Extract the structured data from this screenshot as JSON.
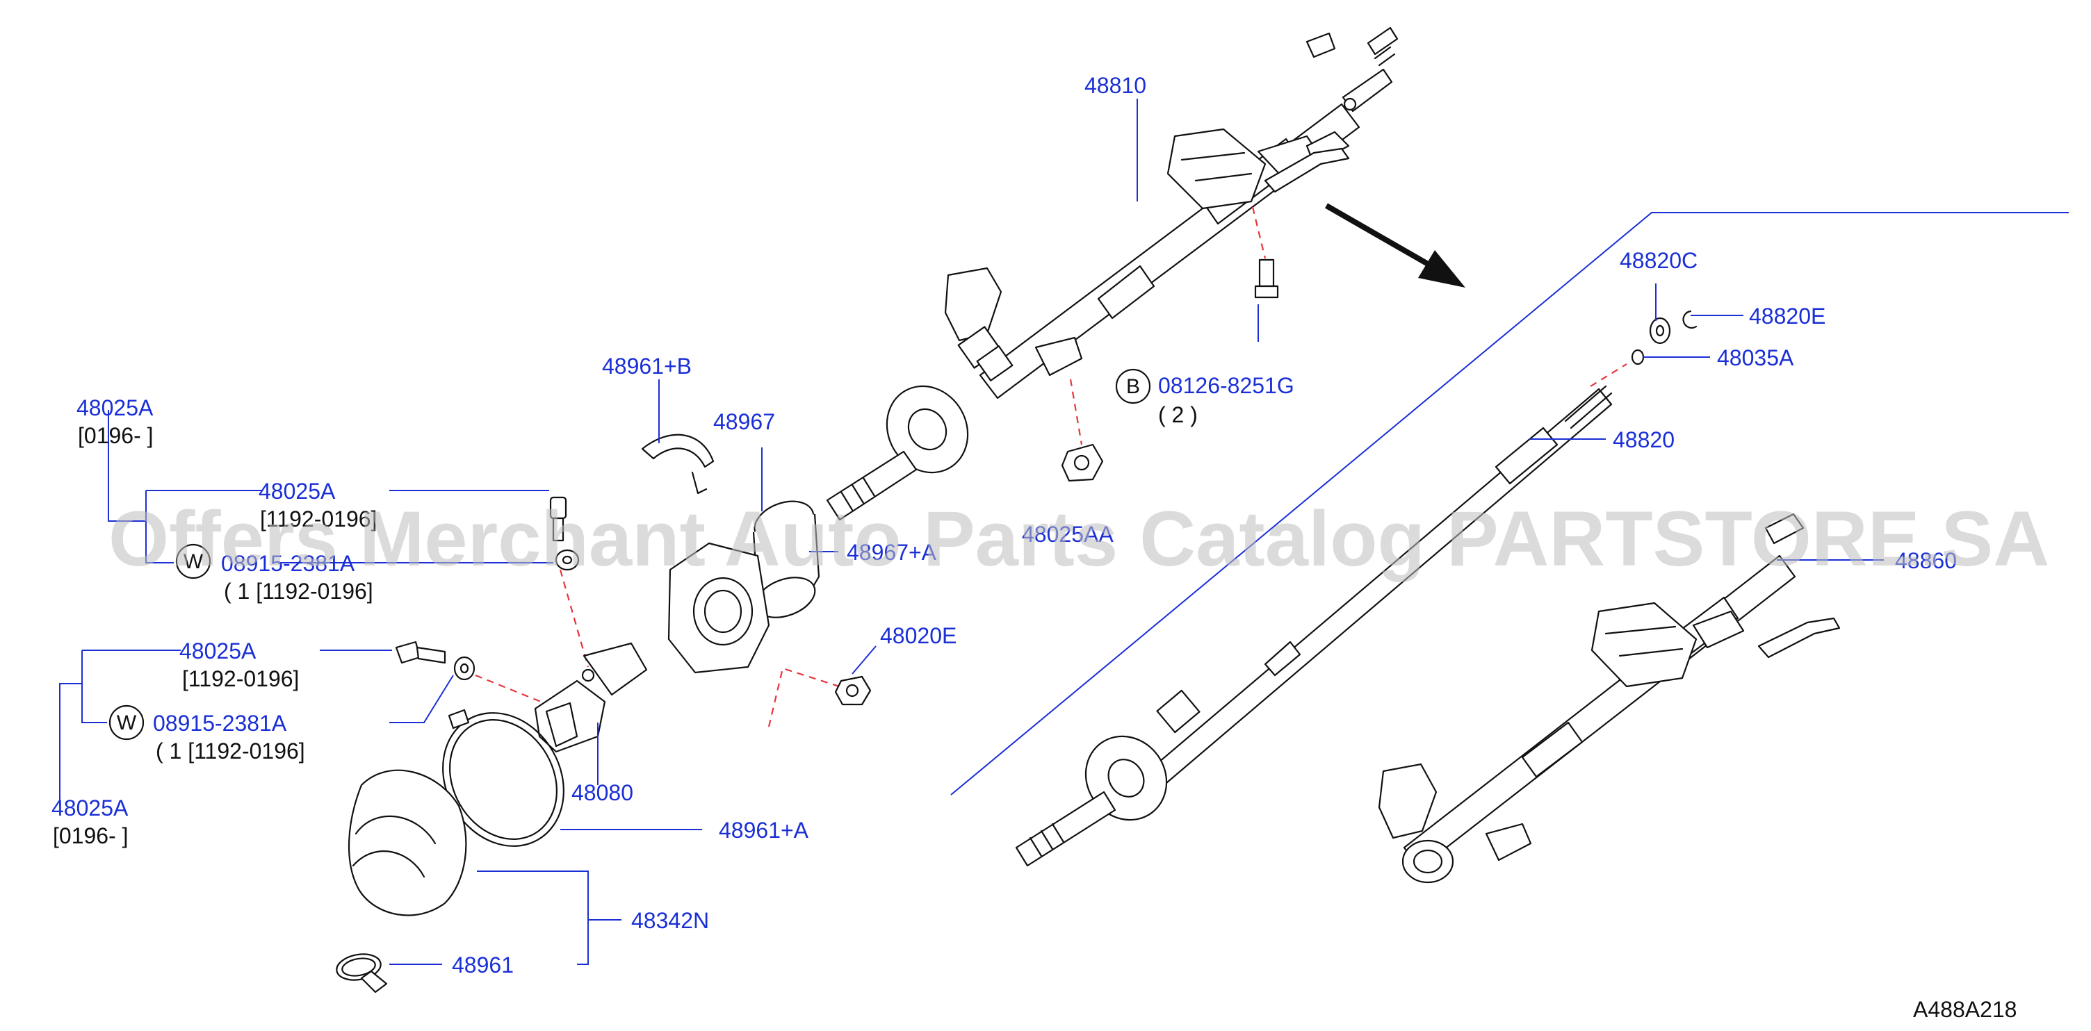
{
  "diagram": {
    "part_numbers": {
      "p48810": "48810",
      "p48820C": "48820C",
      "p48820E": "48820E",
      "p48035A": "48035A",
      "p48820": "48820",
      "p48961B": "48961+B",
      "p48967": "48967",
      "p48967A": "48967+A",
      "p48020E": "48020E",
      "p48025AA": "48025AA",
      "p08126": "08126-8251G",
      "p48025A_top": "48025A",
      "p48025A_inner": "48025A",
      "p08915_top": "08915-2381A",
      "p48025A_mid": "48025A",
      "p08915_mid": "08915-2381A",
      "p48025A_bot": "48025A",
      "p48080": "48080",
      "p48961A": "48961+A",
      "p48342N": "48342N",
      "p48961": "48961",
      "p48860": "48860"
    },
    "notes": {
      "n0196_top": "[0196-                    ]",
      "n1192_inner": "[1192-0196]",
      "n1_top": "( 1   [1192-0196]",
      "n1192_mid": "[1192-0196]",
      "n1_mid": "( 1   [1192-0196]",
      "n0196_bot": "[0196-                    ]",
      "n2": "( 2    )"
    },
    "circle_letters": {
      "b": "B",
      "w1": "W",
      "w2": "W"
    },
    "watermark": "Offers Merchant Auto Parts Catalog PARTSTORE.SA",
    "drawing_code": "A488A218"
  },
  "colors": {
    "part_number": "#1a2fd6",
    "dashed_line": "#e8333a",
    "line_art": "#111111"
  }
}
